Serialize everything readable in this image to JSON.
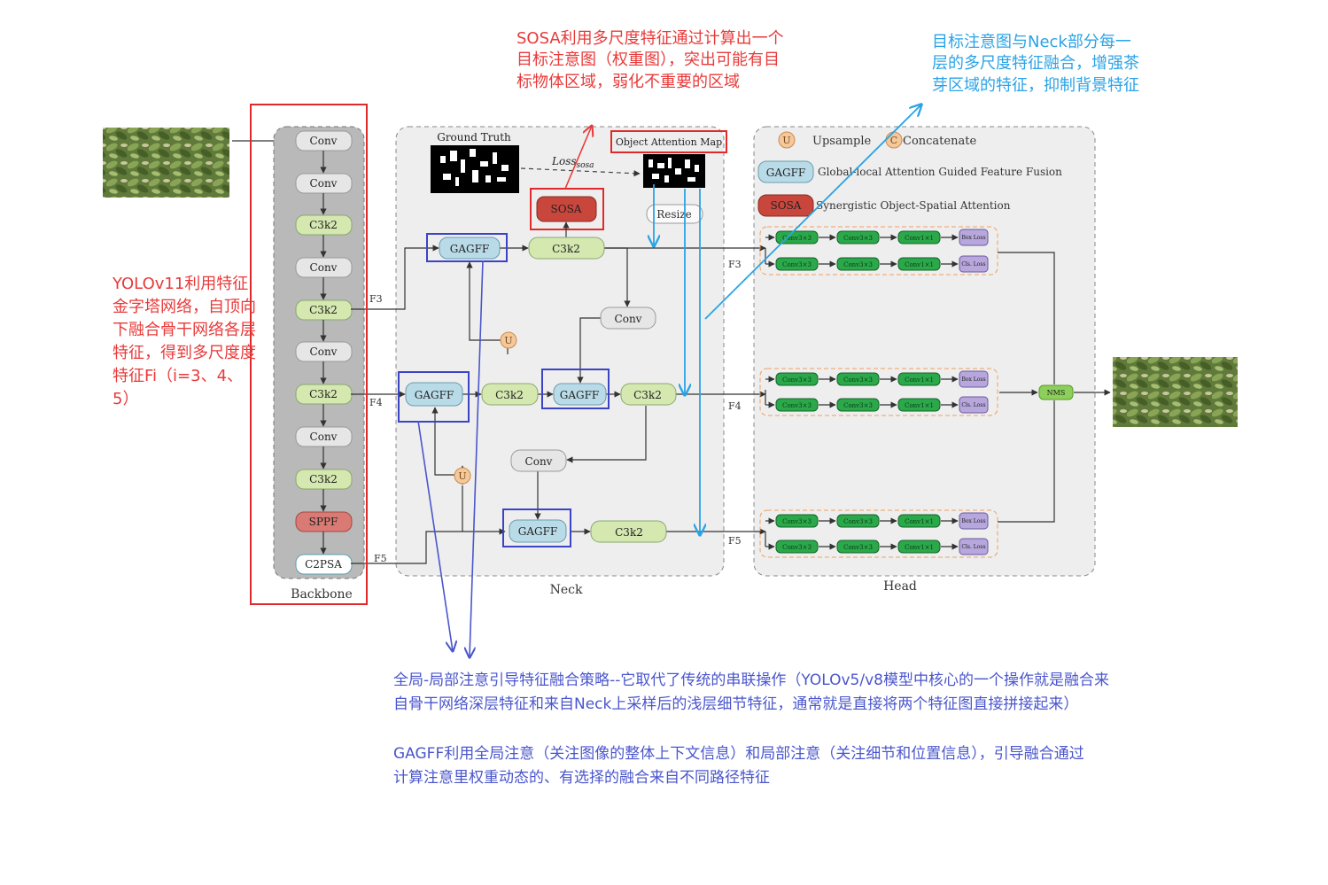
{
  "labels": {
    "backbone": "Backbone",
    "neck": "Neck",
    "head": "Head",
    "ground_truth": "Ground Truth",
    "object_attention_map": "Object Attention Map",
    "loss_sosa": "Loss",
    "loss_sosa_sub": "sosa",
    "resize": "Resize",
    "nms": "NMS",
    "f3": "F3",
    "f4": "F4",
    "f5": "F5",
    "f3_head": "F3",
    "f4_head": "F4",
    "f5_head": "F5"
  },
  "backbone_blocks": [
    "Conv",
    "Conv",
    "C3k2",
    "Conv",
    "C3k2",
    "Conv",
    "C3k2",
    "Conv",
    "C3k2",
    "SPPF",
    "C2PSA"
  ],
  "neck_blocks": {
    "sosa": "SOSA",
    "gagff_top": "GAGFF",
    "c3k2_top": "C3k2",
    "conv_mid": "Conv",
    "u_top": "U",
    "gagff_left": "GAGFF",
    "c3k2_mid_left": "C3k2",
    "gagff_mid": "GAGFF",
    "c3k2_mid_right": "C3k2",
    "conv_low": "Conv",
    "u_low": "U",
    "gagff_bottom": "GAGFF",
    "c3k2_bottom": "C3k2"
  },
  "legend": {
    "u_symbol": "U",
    "upsample": "Upsample",
    "c_symbol": "C",
    "concatenate": "Concatenate",
    "gagff_tag": "GAGFF",
    "gagff_desc": "Global-local Attention Guided Feature Fusion",
    "sosa_tag": "SOSA",
    "sosa_desc": "Synergistic Object-Spatial Attention"
  },
  "head_rows": {
    "conv3": "Conv3×3",
    "conv1": "Conv1×1",
    "box_loss": "Box Loss",
    "cls_loss": "Cls. Loss"
  },
  "annotations": {
    "sosa_note": "SOSA利用多尺度特征通过计算出一个目标注意图（权重图），突出可能有目标物体区域，弱化不重要的区域",
    "attention_note": "目标注意图与Neck部分每一层的多尺度特征融合，增强茶芽区域的特征，抑制背景特征",
    "yolo_note": "YOLOv11利用特征金字塔网络，自顶向下融合骨干网络各层特征，得到多尺度度特征Fi（i=3、4、5）",
    "gagff_note_1": "全局-局部注意引导特征融合策略--它取代了传统的串联操作（YOLOv5/v8模型中核心的一个操作就是融合来自骨干网络深层特征和来自Neck上采样后的浅层细节特征，通常就是直接将两个特征图直接拼接起来）",
    "gagff_note_2": "GAGFF利用全局注意（关注图像的整体上下文信息）和局部注意（关注细节和位置信息），引导融合通过计算注意里权重动态的、有选择的融合来自不同路径特征"
  },
  "colors": {
    "red_annotation": "#e83a3a",
    "blue_annotation": "#2aa3e6",
    "purple_annotation": "#4a56cc",
    "c3k2_fill": "#d4e8b0",
    "gagff_fill": "#b9dbe8",
    "sosa_fill": "#c9463d",
    "sppf_fill": "#d97a74",
    "head_conv_fill": "#2aa84a",
    "loss_fill": "#b7a7dc"
  }
}
